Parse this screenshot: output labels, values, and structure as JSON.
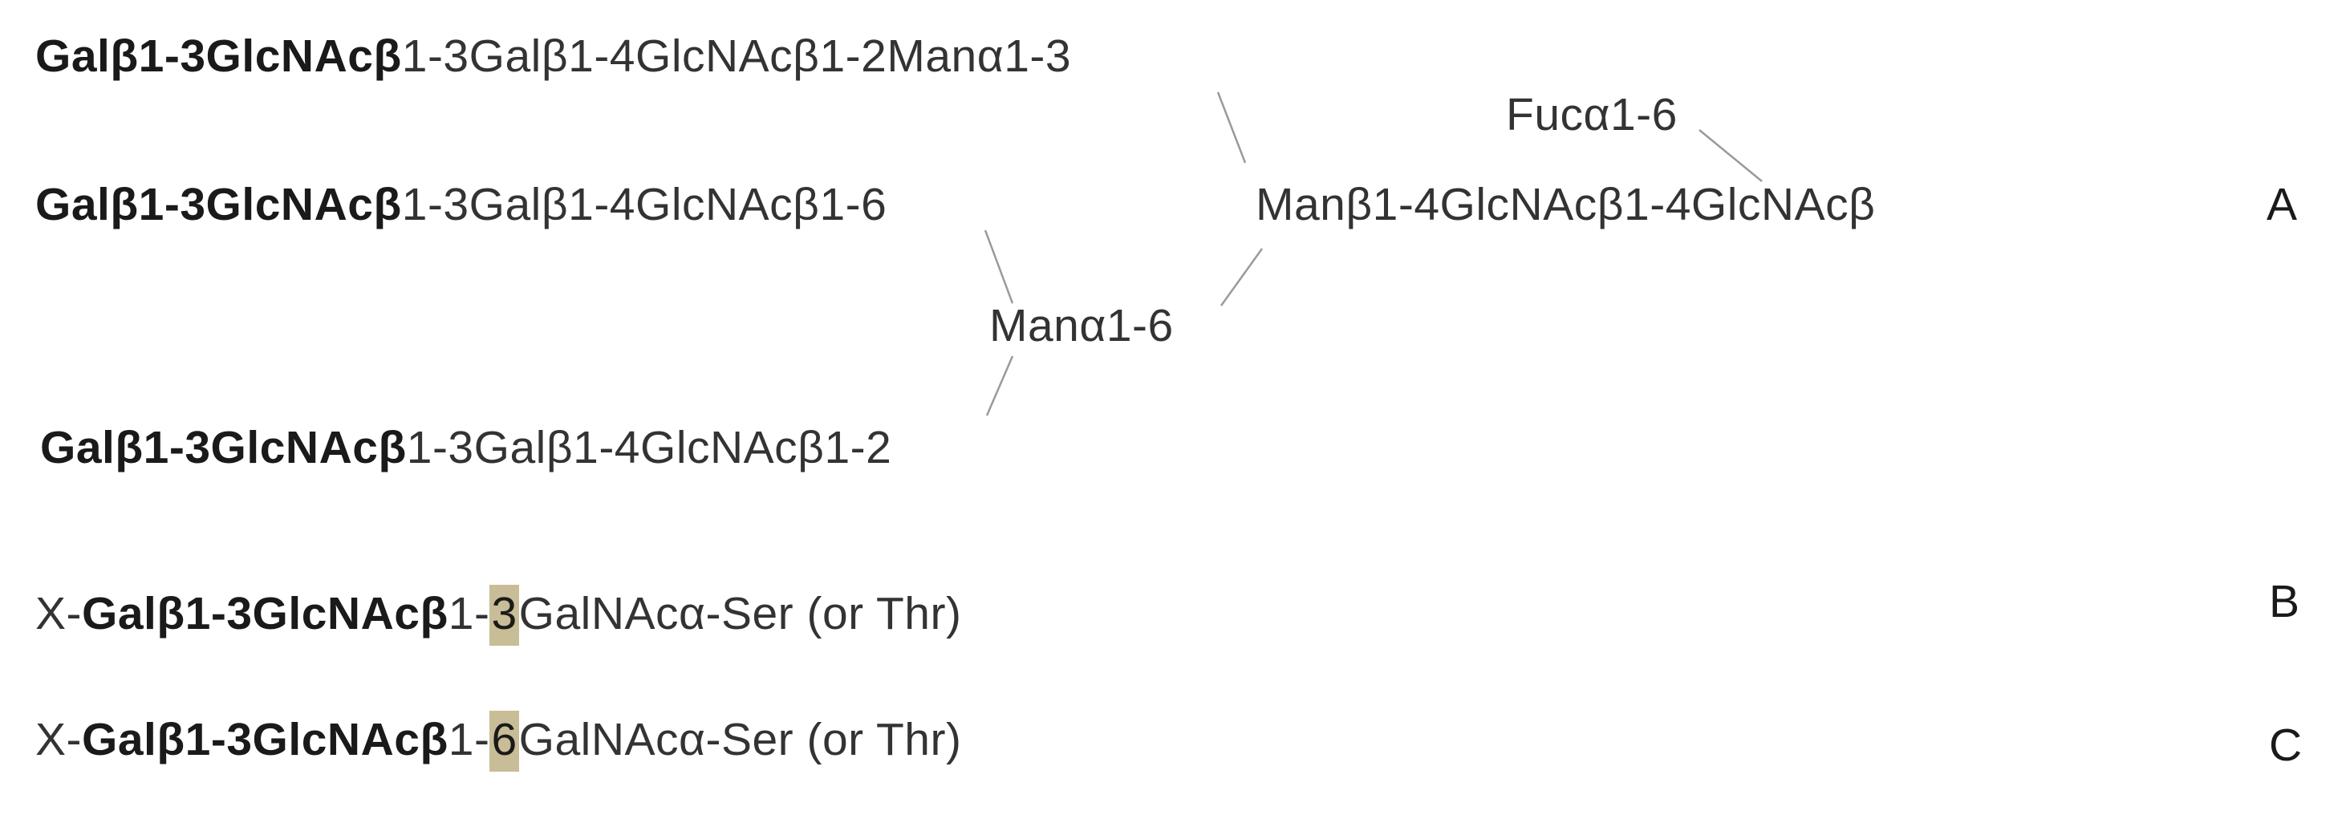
{
  "structure_a": {
    "label": "A",
    "branch1": {
      "bold": "Galβ1-3GlcNAcβ",
      "rest": "1-3Galβ1-4GlcNAcβ1-2Manα1-3"
    },
    "branch2": {
      "bold": "Galβ1-3GlcNAcβ",
      "rest": "1-3Galβ1-4GlcNAcβ1-6"
    },
    "branch3": {
      "bold": "Galβ1-3GlcNAcβ",
      "rest": "1-3Galβ1-4GlcNAcβ1-2"
    },
    "man_a16": "Manα1-6",
    "fuc": "Fucα1-6",
    "core": "Manβ1-4GlcNAcβ1-4GlcNAcβ"
  },
  "structure_b": {
    "label": "B",
    "prefix": "X-",
    "bold": "Galβ1-3GlcNAcβ",
    "link": "1-",
    "highlight": "3",
    "rest": "GalNAcα-Ser (or Thr)"
  },
  "structure_c": {
    "label": "C",
    "prefix": "X-",
    "bold": "Galβ1-3GlcNAcβ",
    "link": "1-",
    "highlight": "6",
    "rest": "GalNAcα-Ser (or Thr)"
  },
  "colors": {
    "highlight": "#c8bd96",
    "connector": "#9a9a9a"
  }
}
